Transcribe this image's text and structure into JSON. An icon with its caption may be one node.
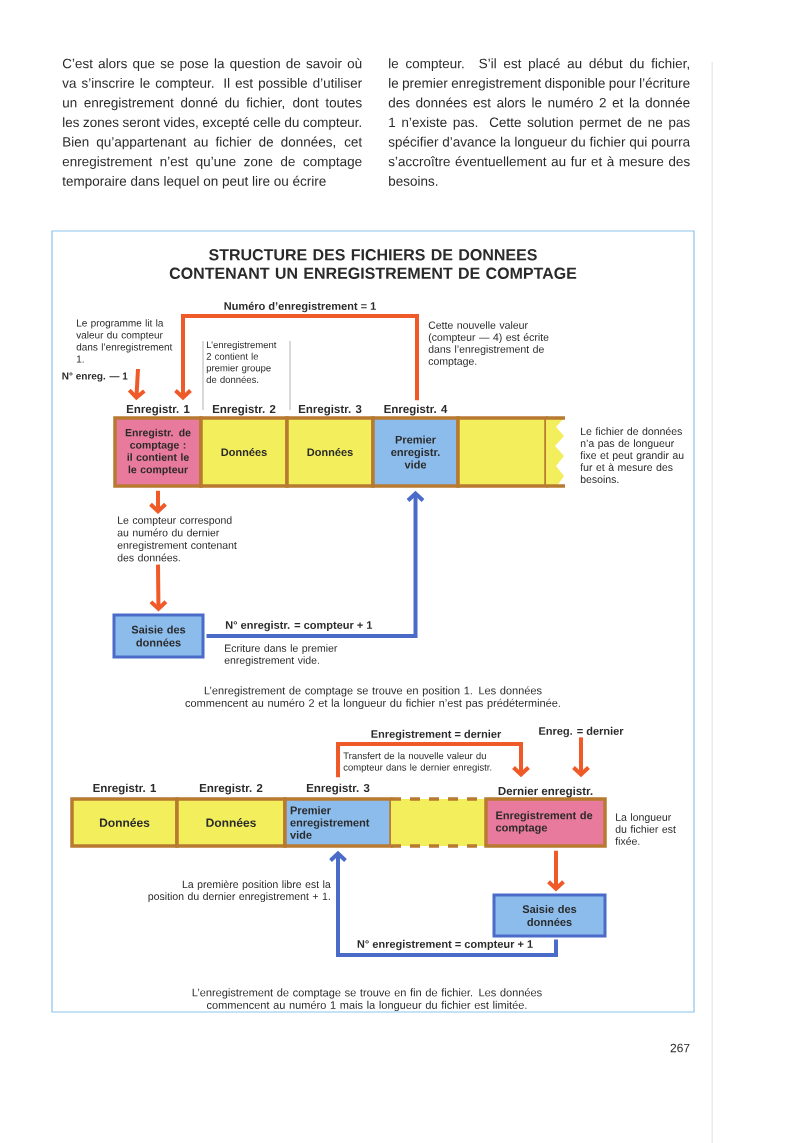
{
  "diagram": {
    "title": "STRUCTURE DES FICHIERS DE DONNEES CONTENANT UN ENREGISTREMENT DE COMPTAGE",
    "nodes": [
      {
        "text": [
          "N° enreg. — 1"
        ]
      },
      {
        "text": [
          "Enregistr. 1",
          "Enregistr. de comptage : il contient le le compteur"
        ]
      },
      {
        "text": [
          "Enregistr. 2",
          "Données"
        ]
      },
      {
        "text": [
          "Enregistr. 3",
          "Données"
        ]
      },
      {
        "text": [
          "Enregistr. 4",
          "Premier enregistr. vide"
        ]
      },
      {
        "text": [],
        "shape": "box"
      },
      {
        "text": [
          "Le compteur correspond au numéro du dernier enregistrement contenant des données."
        ]
      },
      {
        "text": [
          "Saisie des données"
        ]
      },
      {
        "text": [
          "Enregistr. 1",
          "Données"
        ]
      },
      {
        "text": [
          "Enregistr. 2",
          "Données"
        ]
      },
      {
        "text": [
          "Enregistr. 3",
          "Premier enregistrement vide"
        ]
      },
      {
        "text": [],
        "shape": "box"
      },
      {
        "text": [
          "Dernier enregistr.",
          "Enregistrement de comptage"
        ]
      },
      {
        "text": [
          "Enreg. = dernier"
        ]
      },
      {
        "text": [
          "Saisie des données"
        ]
      }
    ],
    "edges": [
      {
        "from": 0,
        "to": 1,
        "arrow": "to"
      },
      {
        "from": 4,
        "to": 1,
        "arrow": "to",
        "label": "Numéro d’enregistrement = 1"
      },
      {
        "from": 1,
        "to": 6,
        "arrow": "to"
      },
      {
        "from": 6,
        "to": 7,
        "arrow": "to"
      },
      {
        "from": 7,
        "to": 4,
        "arrow": "to",
        "label": "N° enregistr. = compteur + 1",
        "color": "#4a6cc8"
      },
      {
        "from": 10,
        "to": 12,
        "arrow": "to",
        "label": "Enregistrement = dernier"
      },
      {
        "from": 13,
        "to": 12,
        "arrow": "to"
      },
      {
        "from": 12,
        "to": 14,
        "arrow": "to"
      },
      {
        "from": 14,
        "to": 10,
        "arrow": "to",
        "label": "N° enregistrement = compteur + 1",
        "color": "#4a6cc8"
      }
    ],
    "labels": [
      "C’est alors que se pose la question de savoir où va s’inscrire le compteur. Il est possible d’utiliser un enregistrement donné du fichier, dont toutes les zones seront vides, excepté celle du compteur. Bien qu’appartenant au fichier de données, cet enregistrement n’est qu’une zone de comptage temporaire dans lequel on peut lire ou écrire",
      "le compteur. S’il est placé au début du fichier, le premier enregistrement disponible pour l’écriture des données est alors le numéro 2 et la donnée 1 n’existe pas. Cette solution permet de ne pas spécifier d’avance la longueur du fichier qui pourra s’accroître éventuellement au fur et à mesure des besoins.",
      "Le programme lit la valeur du compteur dans l’enregistrement 1.",
      "L’enregistrement 2 contient le premier groupe de données.",
      "Cette nouvelle valeur (compteur — 4) est écrite dans l’enregistrement de comptage.",
      "Le fichier de données n’a pas de longueur fixe et peut grandir au fur et à mesure des besoins.",
      "Ecriture dans le premier enregistrement vide.",
      "L’enregistrement de comptage se trouve en position 1. Les données commencent au numéro 2 et la longueur du fichier n’est pas prédéterminée.",
      "Transfert de la nouvelle valeur du compteur dans le dernier enregistr.",
      "La longueur du fichier est fixée.",
      "La première position libre est la position du dernier enregistrement + 1.",
      "L’enregistrement de comptage se trouve en fin de fichier. Les données commencent au numéro 1 mais la longueur du fichier est limitée.",
      "267"
    ]
  }
}
